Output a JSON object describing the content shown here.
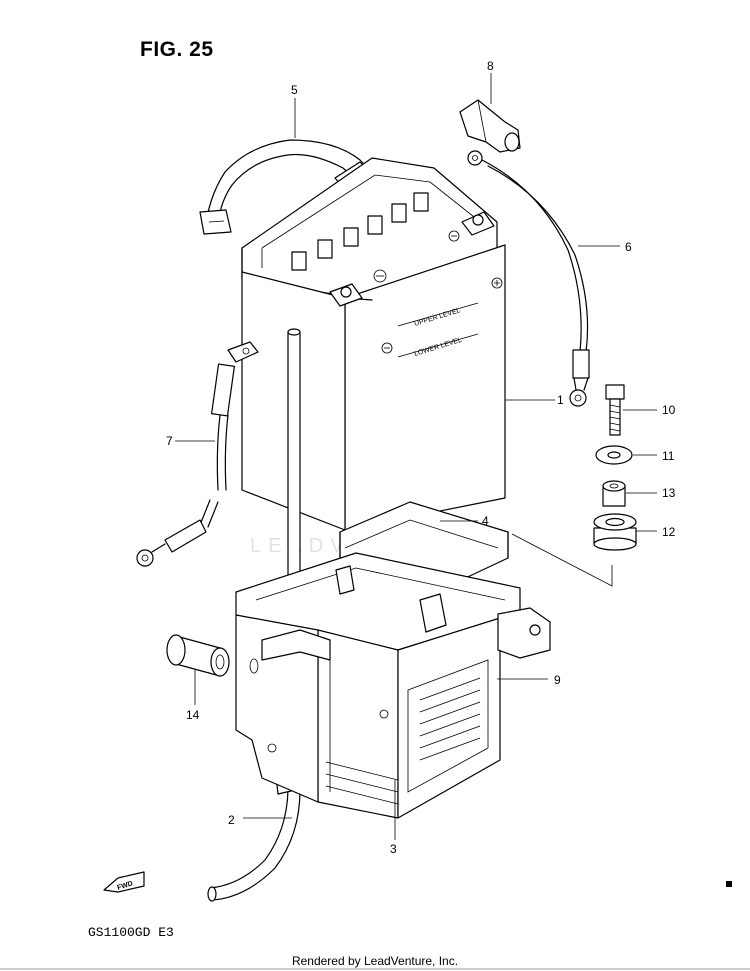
{
  "figure_title": "FIG. 25",
  "model_code": "GS1100GD  E3",
  "footer_text": "Rendered by LeadVenture, Inc.",
  "watermark_text": "LEADVENTURE",
  "fwd_label": "FWD",
  "battery": {
    "upper_level": "UPPER LEVEL",
    "lower_level": "LOWER LEVEL"
  },
  "callouts": [
    "1",
    "2",
    "3",
    "4",
    "5",
    "6",
    "7",
    "8",
    "9",
    "10",
    "11",
    "12",
    "13",
    "14"
  ],
  "colors": {
    "line": "#000000",
    "watermark": "#d8d8d8",
    "background": "#ffffff"
  }
}
